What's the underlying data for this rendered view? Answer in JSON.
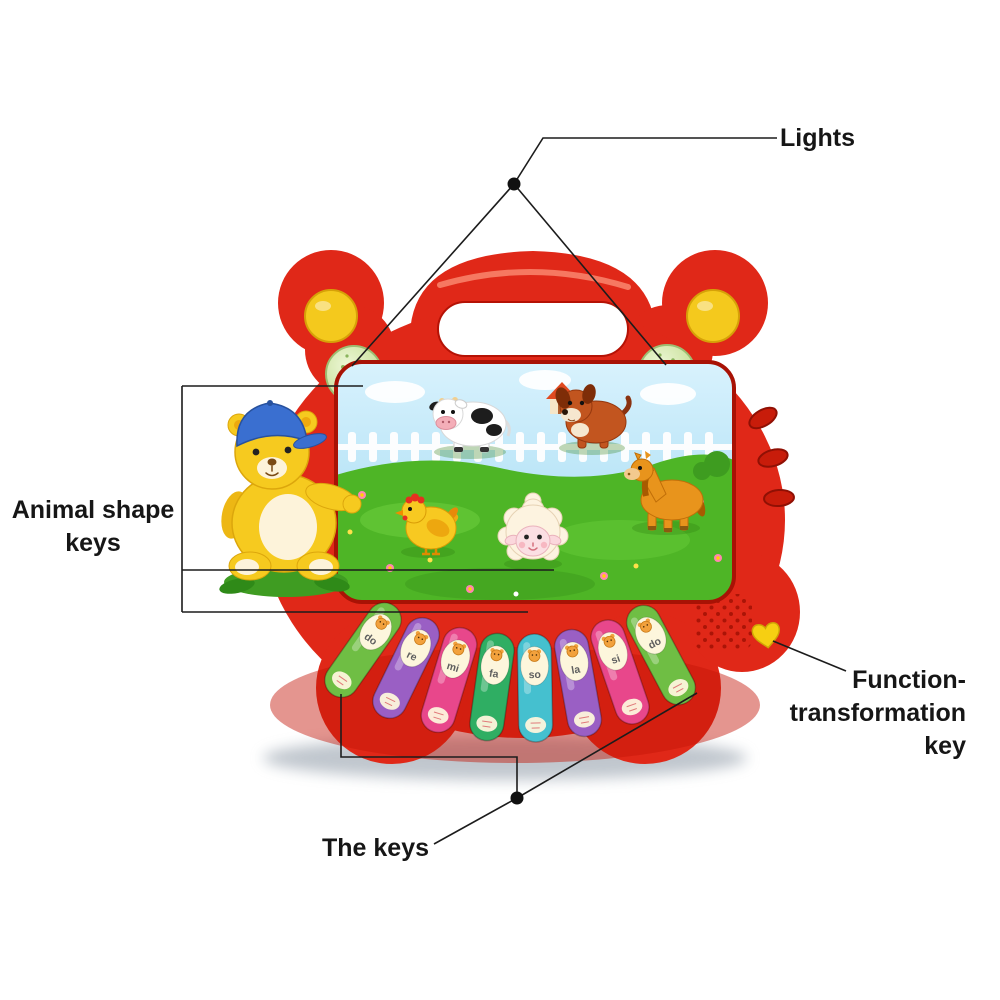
{
  "page": {
    "background_color": "#ffffff"
  },
  "callouts": {
    "lights": {
      "label": "Lights"
    },
    "animal_shape_keys": {
      "line1": "Animal shape",
      "line2": "keys"
    },
    "function_transformation_key": {
      "line1": "Function-",
      "line2": "transformation key"
    },
    "the_keys": {
      "label": "The keys"
    }
  },
  "toy": {
    "body_color": "#e02818",
    "ear_button_color": "#f4c91d",
    "light_color": "#cde3a2",
    "heart_button_color": "#f6cf12",
    "panel_animals": [
      "cow",
      "dog",
      "chicken",
      "sheep",
      "horse"
    ],
    "left_figure": "bear-with-blue-cap",
    "keys": [
      {
        "note": "do",
        "color": "#6fbe44"
      },
      {
        "note": "re",
        "color": "#9a5fc4"
      },
      {
        "note": "mi",
        "color": "#e8478b"
      },
      {
        "note": "fa",
        "color": "#2fae63"
      },
      {
        "note": "so",
        "color": "#45c0cf"
      },
      {
        "note": "la",
        "color": "#9a5fc4"
      },
      {
        "note": "si",
        "color": "#e8478b"
      },
      {
        "note": "do",
        "color": "#6fbe44"
      }
    ]
  }
}
